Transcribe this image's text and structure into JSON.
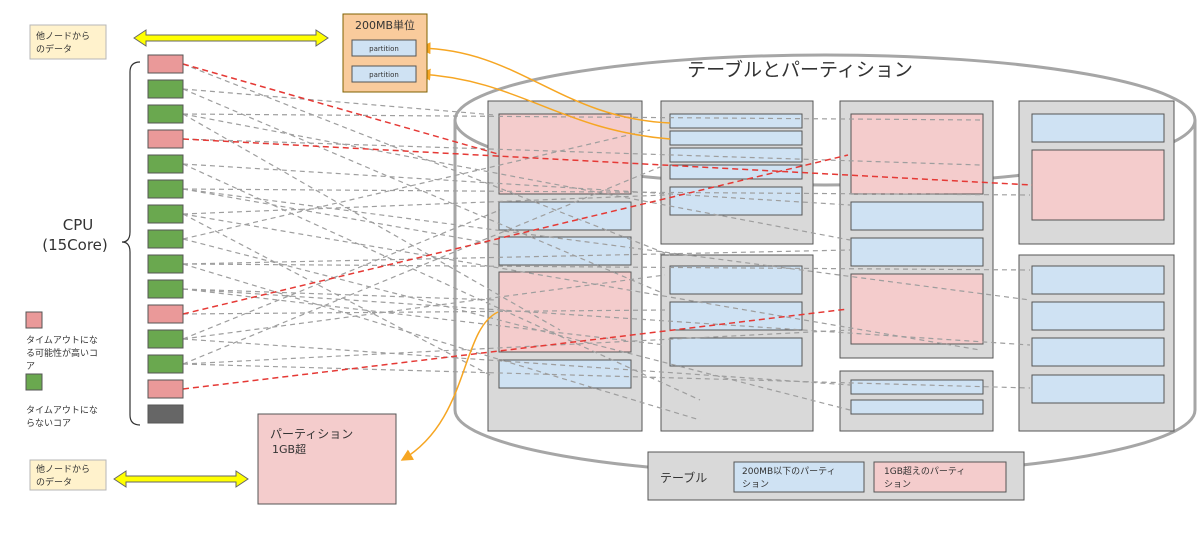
{
  "other_node_top": [
    "他ノードから",
    "のデータ"
  ],
  "other_node_bottom": [
    "他ノードから",
    "のデータ"
  ],
  "unit_box": {
    "title": "200MB単位",
    "items": [
      "partition",
      "partition"
    ]
  },
  "table_title": "テーブルとパーティション",
  "cpu_label": [
    "CPU",
    "(15Core)"
  ],
  "cpu_core_states": [
    "timeout",
    "normal",
    "normal",
    "timeout",
    "normal",
    "normal",
    "normal",
    "normal",
    "normal",
    "normal",
    "timeout",
    "normal",
    "normal",
    "timeout",
    "idle"
  ],
  "legend_left": {
    "timeout_text": [
      "タイムアウトにな",
      "る可能性が高いコ",
      "ア"
    ],
    "normal_text": [
      "タイムアウトにな",
      "らないコア"
    ]
  },
  "big_partition": [
    "パーティション",
    "1GB超"
  ],
  "legend_bottom": {
    "table": "テーブル",
    "small": [
      "200MB以下のパーティ",
      "ション"
    ],
    "large": [
      "1GB超えのパーティ",
      "ション"
    ]
  },
  "colors": {
    "timeout": "#ea9999",
    "normal": "#6aa84f",
    "idle": "#666666",
    "small_partition": "#cfe2f3",
    "large_partition": "#f4cccc",
    "table_bg": "#d9d9d9",
    "unit_bg": "#f9cb9c",
    "note_bg": "#fff2cc",
    "arrow_yellow": "#ffff00",
    "red_line": "#e53935",
    "gray_line": "#9e9e9e",
    "orange_line": "#f6a623"
  }
}
